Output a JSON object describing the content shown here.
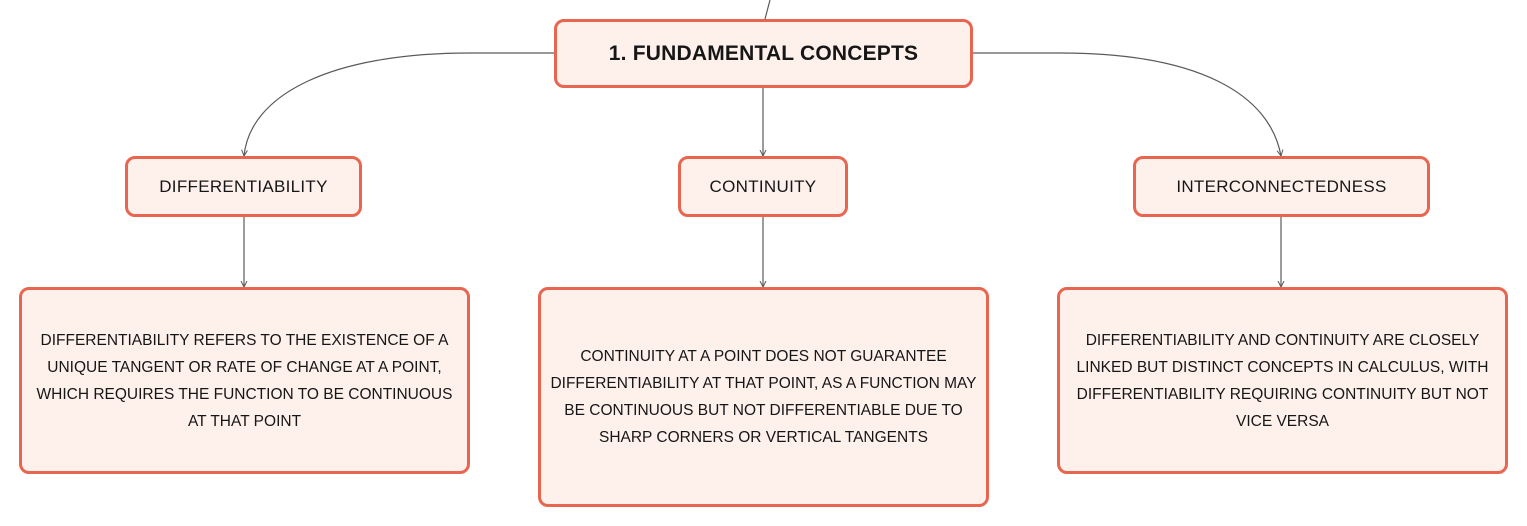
{
  "diagram": {
    "root": {
      "label": "1. FUNDAMENTAL CONCEPTS"
    },
    "branches": [
      {
        "label": "DIFFERENTIABILITY",
        "description": "DIFFERENTIABILITY REFERS TO THE EXISTENCE OF A UNIQUE TANGENT OR RATE OF CHANGE AT A POINT, WHICH REQUIRES THE FUNCTION TO BE CONTINUOUS AT THAT POINT"
      },
      {
        "label": "CONTINUITY",
        "description": "CONTINUITY AT A POINT DOES NOT GUARANTEE DIFFERENTIABILITY AT THAT POINT, AS A FUNCTION MAY BE CONTINUOUS BUT NOT DIFFERENTIABLE DUE TO SHARP CORNERS OR VERTICAL TANGENTS"
      },
      {
        "label": "INTERCONNECTEDNESS",
        "description": "DIFFERENTIABILITY AND CONTINUITY ARE CLOSELY LINKED BUT DISTINCT CONCEPTS IN CALCULUS, WITH DIFFERENTIABILITY REQUIRING CONTINUITY BUT NOT VICE VERSA"
      }
    ],
    "colors": {
      "node_border": "#e8654f",
      "node_fill": "#fef0eb",
      "connector": "#5a5a5a",
      "text": "#161616"
    }
  }
}
